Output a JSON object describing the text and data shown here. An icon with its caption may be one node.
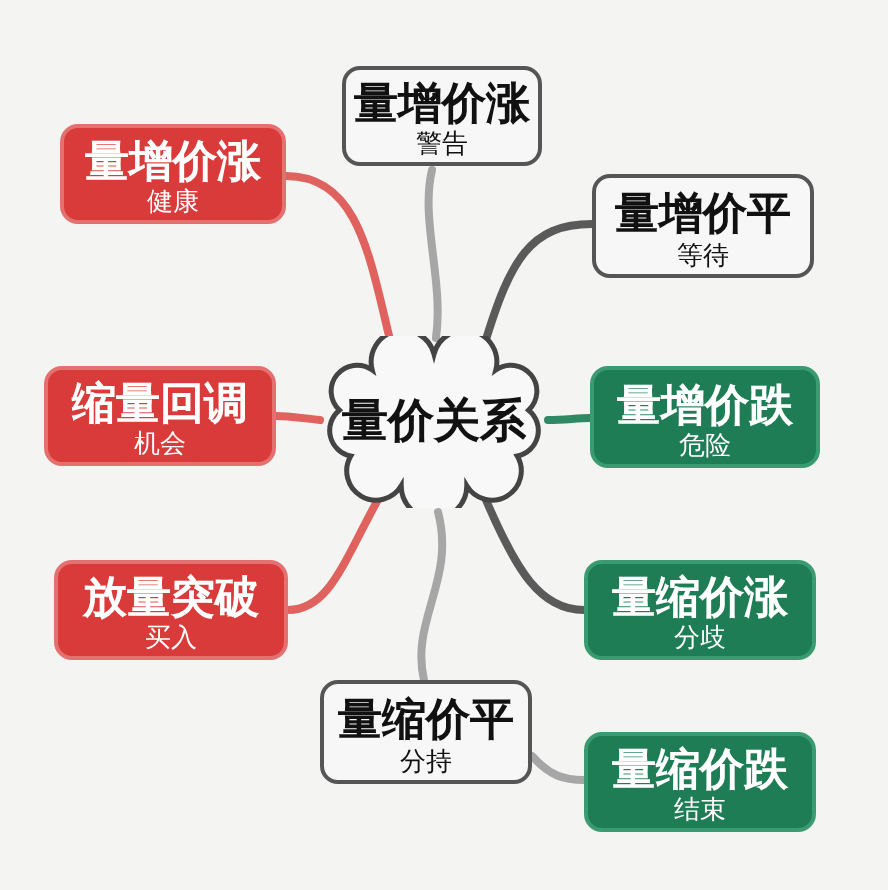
{
  "diagram": {
    "nodes": [
      {
        "text": [
          "量价关系"
        ]
      },
      {
        "text": [
          "量增价涨",
          "警告"
        ]
      },
      {
        "text": [
          "量增价涨",
          "健康"
        ]
      },
      {
        "text": [
          "量增价平",
          "等待"
        ]
      },
      {
        "text": [
          "缩量回调",
          "机会"
        ]
      },
      {
        "text": [
          "量增价跌",
          "危险"
        ]
      },
      {
        "text": [
          "放量突破",
          "买入"
        ]
      },
      {
        "text": [
          "量缩价涨",
          "分歧"
        ]
      },
      {
        "text": [
          "量缩价平",
          "分持"
        ]
      },
      {
        "text": [
          "量缩价跌",
          "结束"
        ]
      }
    ],
    "edges": [
      {
        "from": 0,
        "to": 1,
        "arrow": "none",
        "color": "#a6a6a6"
      },
      {
        "from": 0,
        "to": 2,
        "arrow": "none",
        "color": "#e0625e"
      },
      {
        "from": 0,
        "to": 3,
        "arrow": "none",
        "color": "#5a5a5a"
      },
      {
        "from": 0,
        "to": 4,
        "arrow": "none",
        "color": "#e0625e"
      },
      {
        "from": 0,
        "to": 5,
        "arrow": "none",
        "color": "#2f8a64"
      },
      {
        "from": 0,
        "to": 6,
        "arrow": "none",
        "color": "#e0625e"
      },
      {
        "from": 0,
        "to": 7,
        "arrow": "none",
        "color": "#5a5a5a"
      },
      {
        "from": 0,
        "to": 8,
        "arrow": "none",
        "color": "#a6a6a6"
      },
      {
        "from": 8,
        "to": 9,
        "arrow": "none",
        "color": "#a6a6a6"
      }
    ]
  }
}
